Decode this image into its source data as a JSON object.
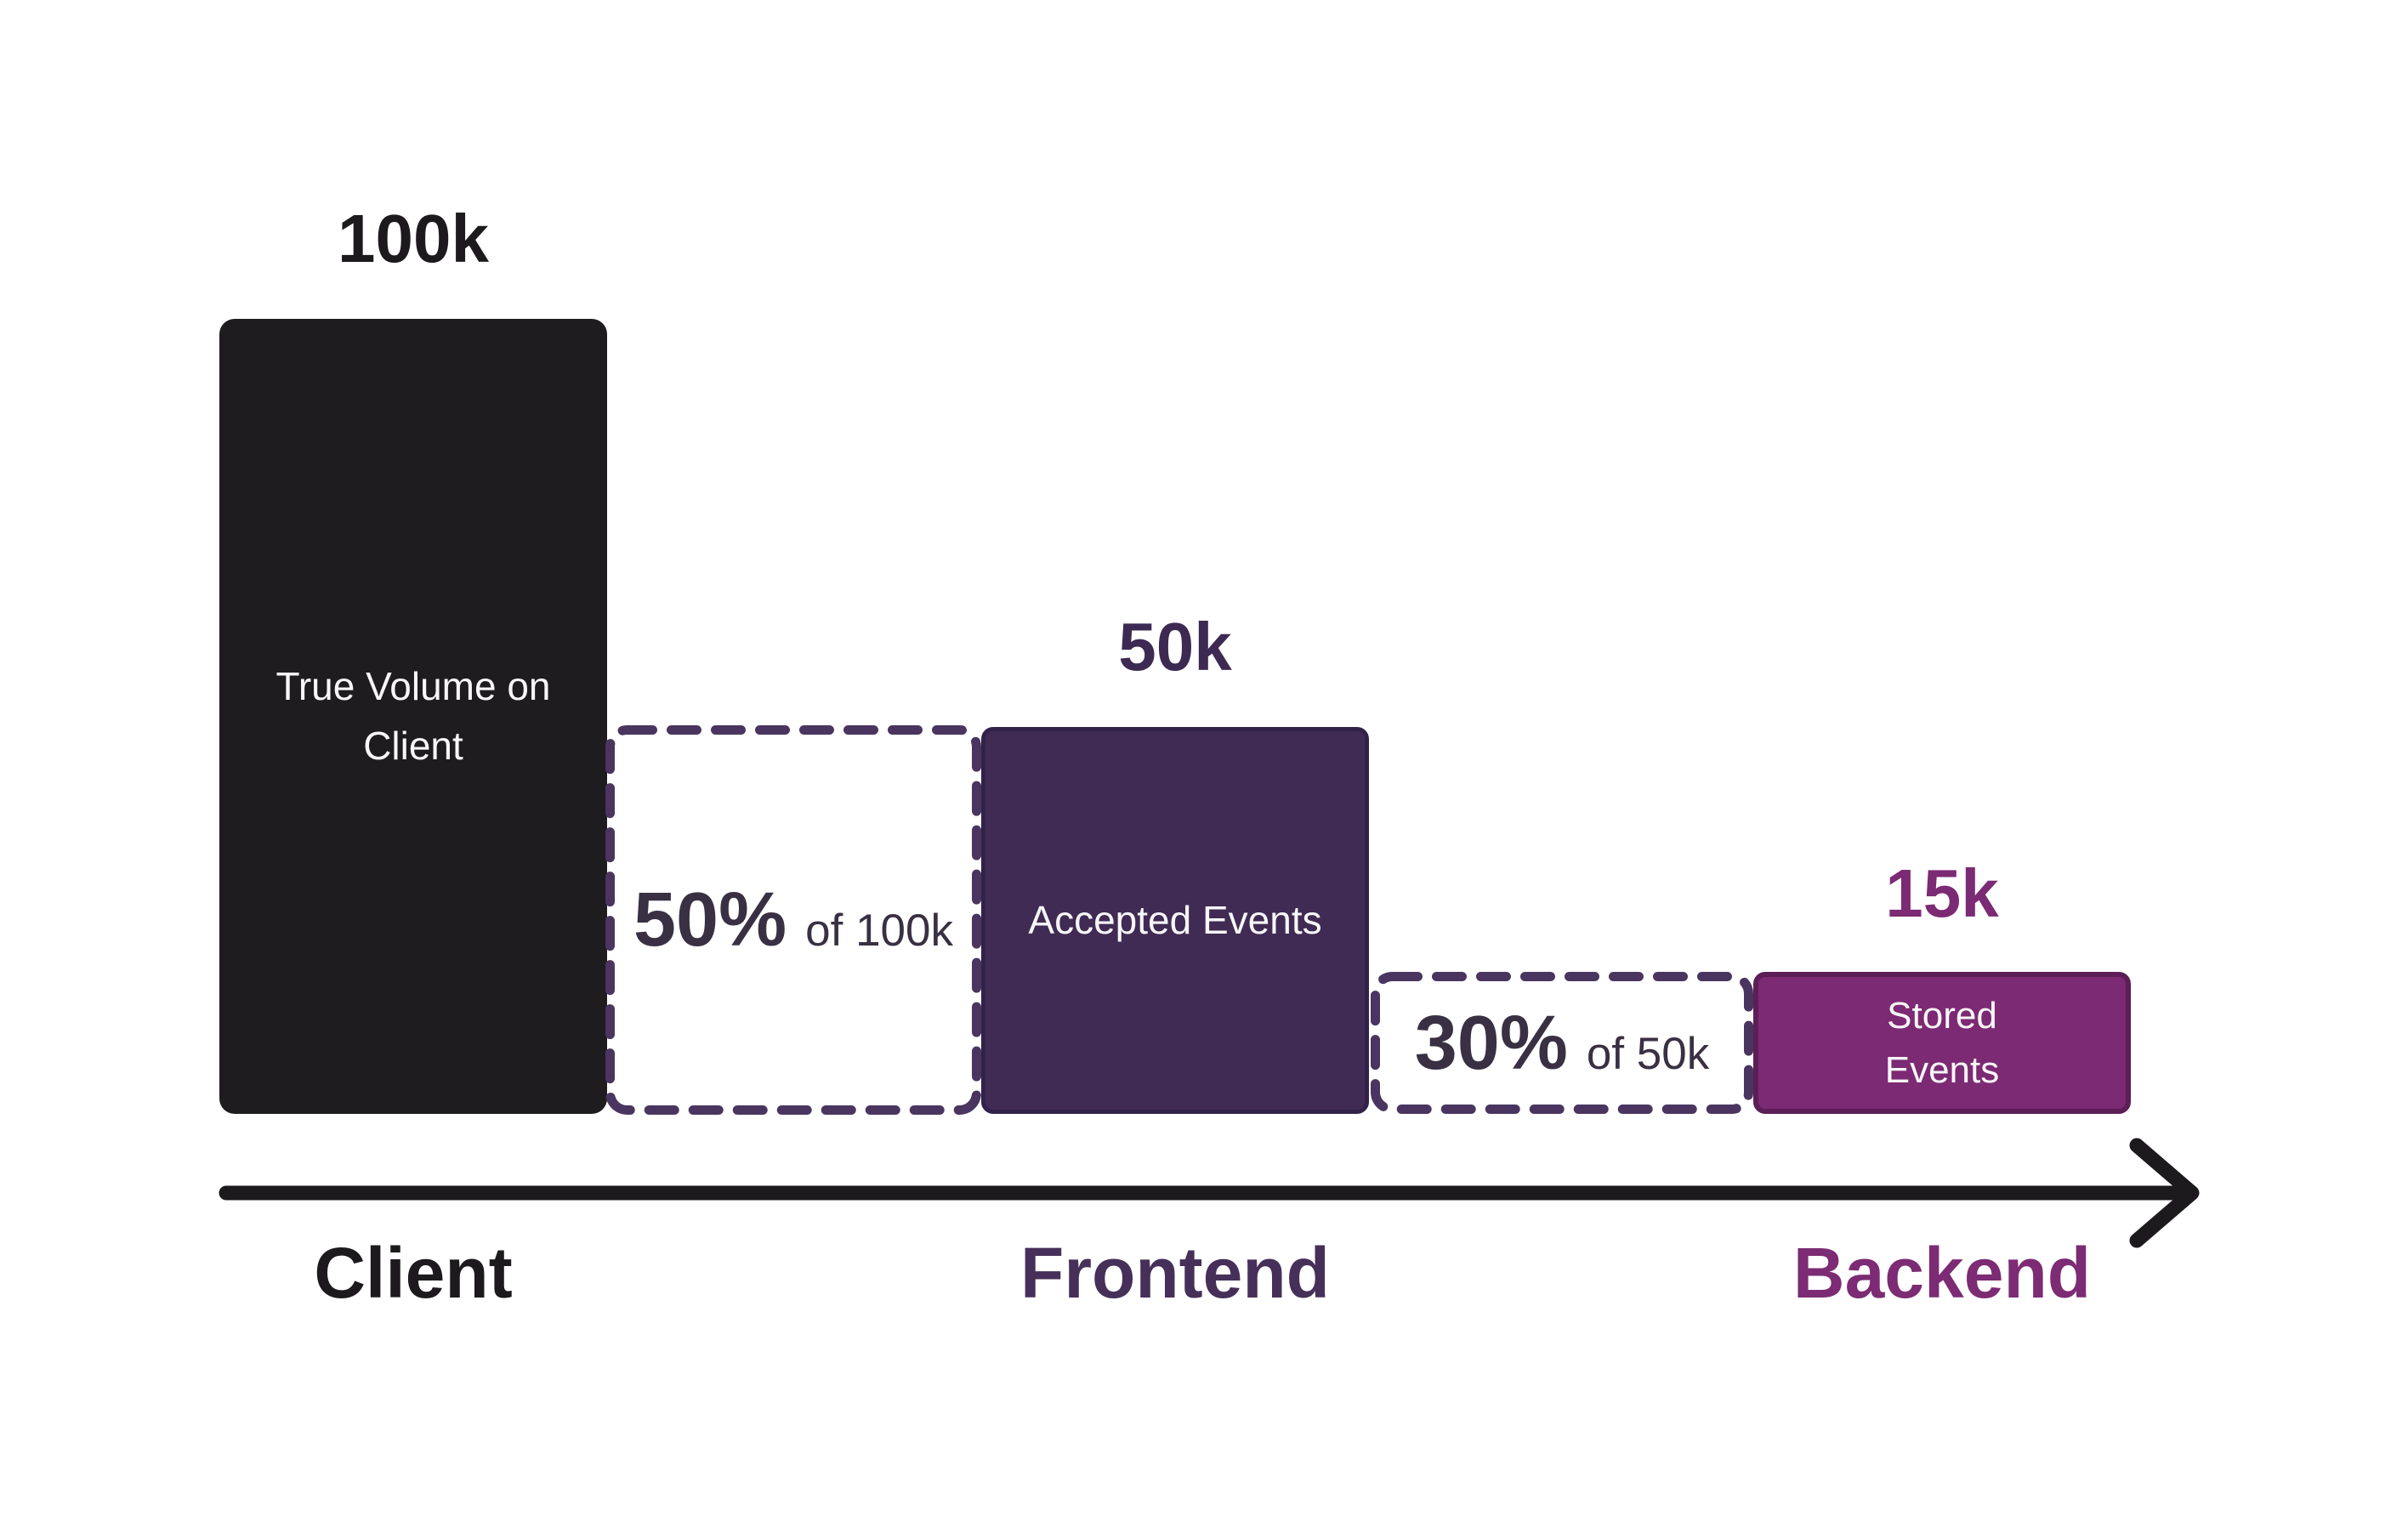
{
  "chart_data": {
    "type": "bar",
    "variant": "funnel",
    "title": "",
    "categories": [
      "Client",
      "Frontend",
      "Backend"
    ],
    "values": [
      100000,
      50000,
      15000
    ],
    "value_labels": [
      "100k",
      "50k",
      "15k"
    ],
    "bar_labels": [
      "True Volume on Client",
      "Accepted Events",
      "Stored Events"
    ],
    "annotations": [
      {
        "text": "50% of 100k",
        "between": [
          "Client",
          "Frontend"
        ],
        "style": "dashed-box"
      },
      {
        "text": "30% of 50k",
        "between": [
          "Frontend",
          "Backend"
        ],
        "style": "dashed-box"
      }
    ],
    "xlabel": "",
    "ylabel": "",
    "legend": false,
    "grid": false,
    "axis": "horizontal black arrow below bars pointing right from Client to Backend"
  },
  "bars": [
    {
      "value_label": "100k",
      "lines": [
        "True Volume on",
        "Client"
      ],
      "fill": "#1e1c1e",
      "value_color": "#1d1a1d",
      "text_color": "#f8f6f8"
    },
    {
      "value_label": "50k",
      "lines": [
        "Accepted Events"
      ],
      "fill": "#402b54",
      "value_color": "#3d2a52",
      "text_color": "#f8f6f8"
    },
    {
      "value_label": "15k",
      "lines": [
        "Stored",
        "Events"
      ],
      "fill": "#7c2a73",
      "value_color": "#7b2a74",
      "text_color": "#f8f6f8"
    }
  ],
  "drops": [
    {
      "percent": "50%",
      "of_label": "of 100k"
    },
    {
      "percent": "30%",
      "of_label": "of 50k"
    }
  ],
  "axis_labels": [
    {
      "label": "Client",
      "color": "#1d1a1d"
    },
    {
      "label": "Frontend",
      "color": "#463059"
    },
    {
      "label": "Backend",
      "color": "#7c2b74"
    }
  ],
  "colors": {
    "background": "#ffffff",
    "dash_border": "#4a3560",
    "arrow": "#1d1a1d",
    "drop_text": "#3a3043",
    "bar_text": "#f8f6f8"
  }
}
